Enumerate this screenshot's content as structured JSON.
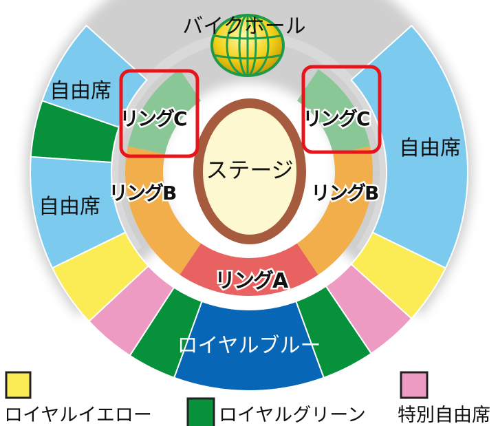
{
  "title": "バイクホール",
  "stage": "ステージ",
  "rings": {
    "a": "リングA",
    "b": "リングB",
    "c": "リングC"
  },
  "sections": {
    "free_seat": "自由席",
    "royal_blue": "ロイヤルブルー"
  },
  "legend": [
    {
      "label": "ロイヤルイエロー",
      "color": "#fbeb55"
    },
    {
      "label": "ロイヤルグリーン",
      "color": "#06913a"
    },
    {
      "label": "特別自由席",
      "color": "#ee9bc3"
    }
  ],
  "colors": {
    "free_seat": "#7ccbef",
    "royal_yellow": "#fbeb55",
    "royal_green": "#06913a",
    "special": "#ee9bc3",
    "royal_blue": "#0866b6",
    "ring_a": "#e96262",
    "ring_b": "#f2ae4a",
    "ring_c": "#8ac796",
    "stage_rim": "#a65a3e",
    "stage": "#fdf8cf",
    "highlight": "#e8141c"
  }
}
